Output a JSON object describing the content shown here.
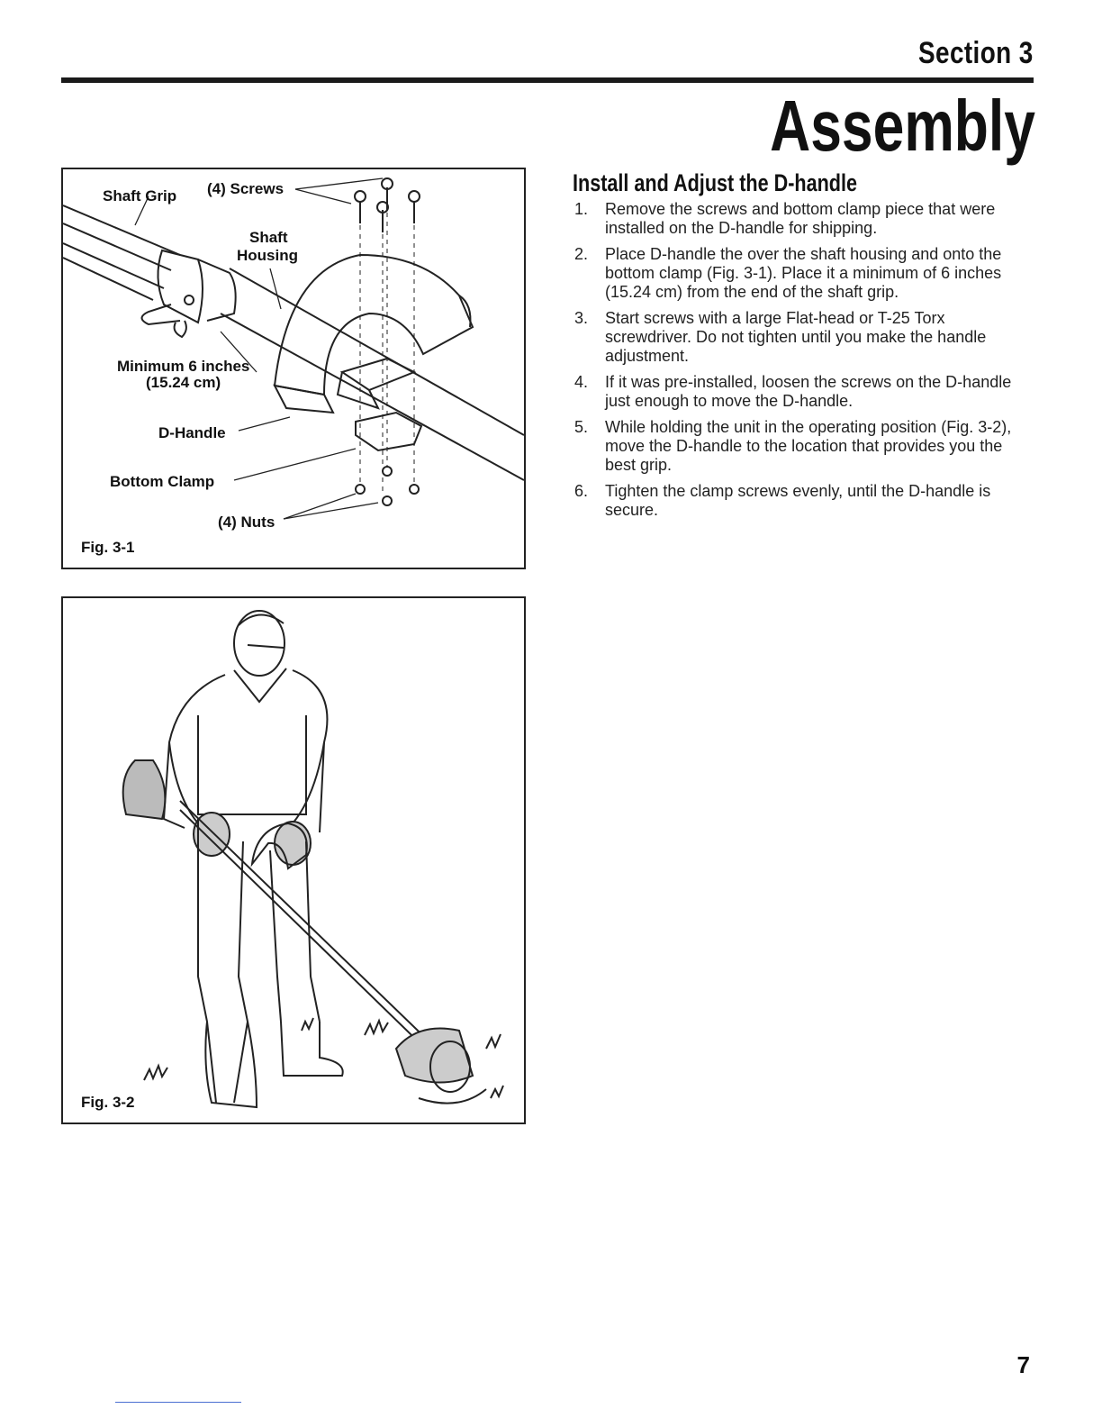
{
  "header": {
    "section": "Section 3",
    "title": "Assembly"
  },
  "figure1": {
    "caption": "Fig. 3-1",
    "labels": {
      "shaft_grip": "Shaft Grip",
      "screws": "(4) Screws",
      "shaft": "Shaft",
      "housing": "Housing",
      "minimum": "Minimum 6 inches",
      "minimum_cm": "(15.24 cm)",
      "d_handle": "D-Handle",
      "bottom_clamp": "Bottom Clamp",
      "nuts": "(4) Nuts"
    }
  },
  "figure2": {
    "caption": "Fig. 3-2"
  },
  "instructions": {
    "heading": "Install and Adjust the D-handle",
    "steps": [
      {
        "num": "1.",
        "text": "Remove the screws and bottom clamp piece that were installed on the D-handle for shipping."
      },
      {
        "num": "2.",
        "text": "Place D-handle the over the shaft housing and onto the bottom clamp (Fig. 3-1). Place it a minimum of 6 inches (15.24 cm) from the end of the shaft grip."
      },
      {
        "num": "3.",
        "text": "Start screws with a large Flat-head or T-25 Torx screwdriver. Do not tighten until you make the handle adjustment."
      },
      {
        "num": "4.",
        "text": "If it was pre-installed, loosen the screws on the D-handle just enough to move the D-handle."
      },
      {
        "num": "5.",
        "text": "While holding the unit in the operating position (Fig. 3-2), move the D-handle to the location that provides you the best grip."
      },
      {
        "num": "6.",
        "text": "Tighten the clamp screws evenly, until the D-handle is secure."
      }
    ]
  },
  "footer": {
    "page_number": "7"
  }
}
